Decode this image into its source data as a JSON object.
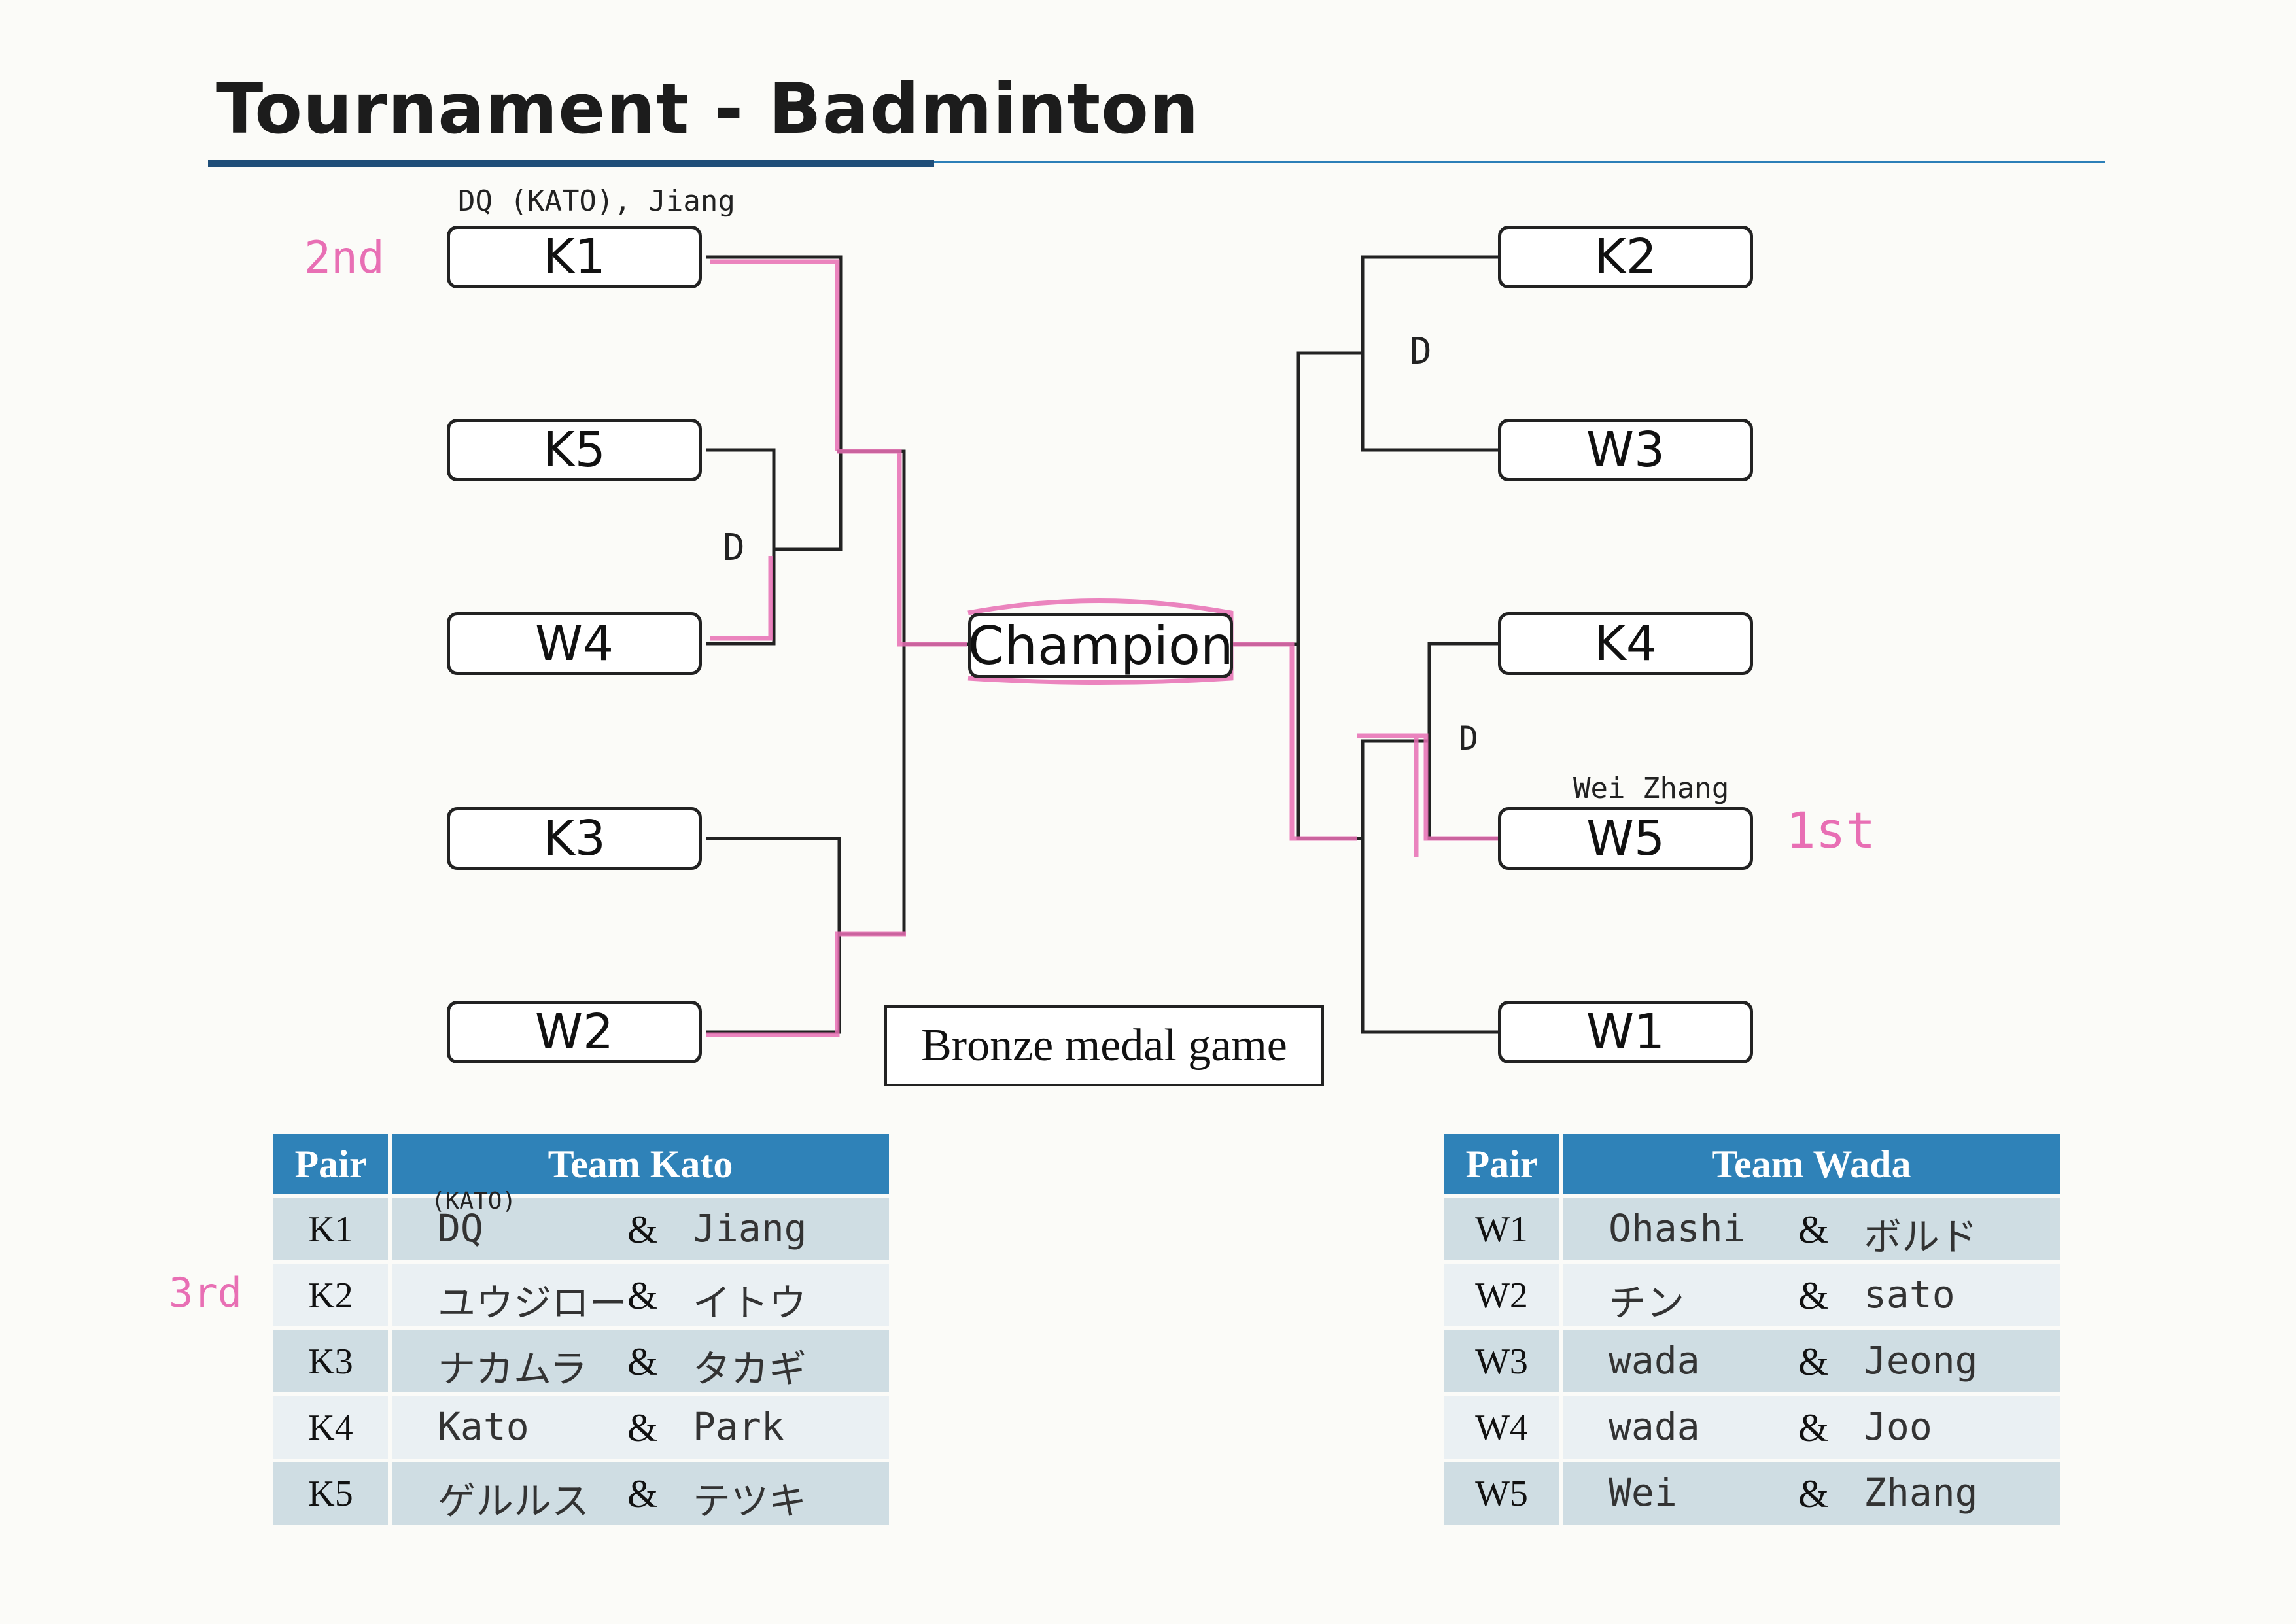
{
  "title": "Tournament - Badminton",
  "bracket": {
    "left_slots": [
      "K1",
      "K5",
      "W4",
      "K3",
      "W2"
    ],
    "right_slots": [
      "K2",
      "W3",
      "K4",
      "W5",
      "W1"
    ],
    "center": "Champion",
    "bronze": "Bronze medal game"
  },
  "annotations": {
    "k1_note": "DQ (KATO), Jiang",
    "w5_note": "Wei Zhang",
    "place_2nd": "2nd",
    "place_1st": "1st",
    "place_3rd": "3rd",
    "mark": "D"
  },
  "team_kato": {
    "header_pair": "Pair",
    "header_team": "Team Kato",
    "note": "(KATO)",
    "rows": [
      {
        "pair": "K1",
        "player1": "DQ",
        "player2": "Jiang"
      },
      {
        "pair": "K2",
        "player1": "ユウジロー",
        "player2": "イトウ"
      },
      {
        "pair": "K3",
        "player1": "ナカムラ",
        "player2": "タカギ"
      },
      {
        "pair": "K4",
        "player1": "Kato",
        "player2": "Park"
      },
      {
        "pair": "K5",
        "player1": "ゲルルス",
        "player2": "テツキ"
      }
    ]
  },
  "team_wada": {
    "header_pair": "Pair",
    "header_team": "Team Wada",
    "rows": [
      {
        "pair": "W1",
        "player1": "Ohashi",
        "player2": "ボルド"
      },
      {
        "pair": "W2",
        "player1": "チン",
        "player2": "sato"
      },
      {
        "pair": "W3",
        "player1": "wada",
        "player2": "Jeong"
      },
      {
        "pair": "W4",
        "player1": "wada",
        "player2": "Joo"
      },
      {
        "pair": "W5",
        "player1": "Wei",
        "player2": "Zhang"
      }
    ]
  },
  "amp": "&"
}
